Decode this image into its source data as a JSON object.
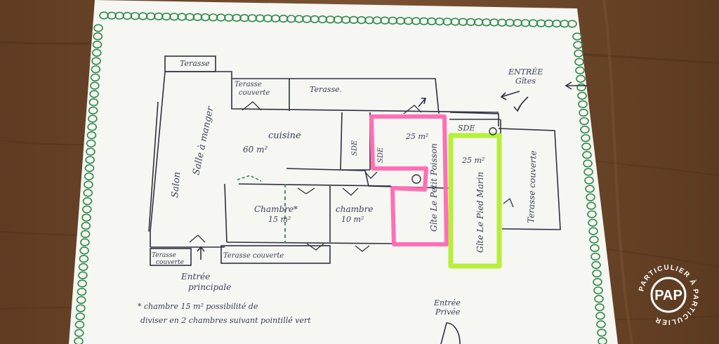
{
  "plan": {
    "labels": {
      "terrasse_top": "Terasse",
      "terrasse_couverte_top": "Terasse couverte",
      "terrasse_mid": "Terasse.",
      "salle_a_manger": "Salle à manger",
      "salon": "Salon",
      "cuisine": "cuisine",
      "cuisine_area": "60 m²",
      "sde_1": "SDE",
      "sde_2": "SDE",
      "gite_petit_area": "25 m²",
      "gite_petit_name": "Gîte Le Petit Poisson",
      "sde_3": "SDE",
      "gite_pied_area": "25 m²",
      "gite_pied_name": "Gîte Le Pied Marin",
      "terrasse_couverte_right": "Terasse couverte",
      "chambre_1": "Chambre*",
      "chambre_1_area": "15 m²",
      "chambre_2": "chambre",
      "chambre_2_area": "10 m²",
      "terrasse_couverte_left": "Terasse couverte",
      "terrasse_couverte_bottom": "Terasse couverte",
      "entree_principale": "Entrée principale",
      "entree_gites": "ENTRÉE Gîtes",
      "entree_privee": "Entrée Privée"
    },
    "note": {
      "line1": "* chambre 15 m² possibilité de",
      "line2": "diviser en 2 chambres suivant pointillé vert"
    },
    "highlight_colors": {
      "petit_poisson": "#ff6fb5",
      "pied_marin": "#b7ef3a",
      "border_scribble": "#2f8a4a"
    }
  },
  "watermark": {
    "ring_text": "PARTICULIER À PARTICULIER",
    "logo": "PAP"
  }
}
